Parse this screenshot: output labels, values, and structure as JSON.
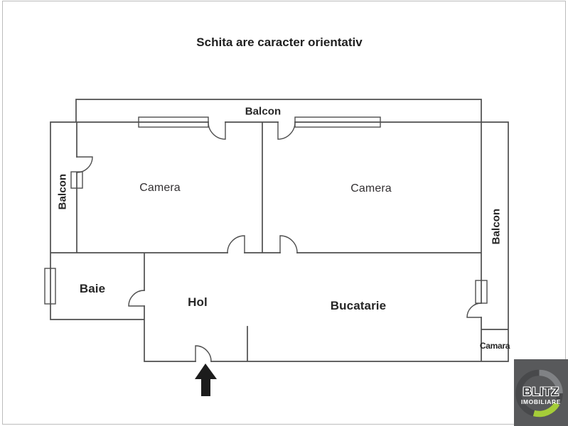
{
  "title": "Schita are caracter orientativ",
  "labels": {
    "balcon_top": "Balcon",
    "balcon_left": "Balcon",
    "balcon_right": "Balcon",
    "camera_left": "Camera",
    "camera_right": "Camera",
    "baie": "Baie",
    "hol": "Hol",
    "bucatarie": "Bucatarie",
    "camara": "Camara"
  },
  "icons": {
    "entrance_arrow": "solid up arrow marking apartment entrance"
  },
  "logo": {
    "brand": "BLITZ",
    "subtitle": "IMOBILIARE",
    "background": "#58595b",
    "ring_gray": "#48494b",
    "ring_light": "#808285",
    "accent_green": "#a5cd39"
  },
  "colors": {
    "wall": "#4e4e4e",
    "text": "#262626",
    "background": "#ffffff",
    "arrow": "#1c1c1c"
  }
}
